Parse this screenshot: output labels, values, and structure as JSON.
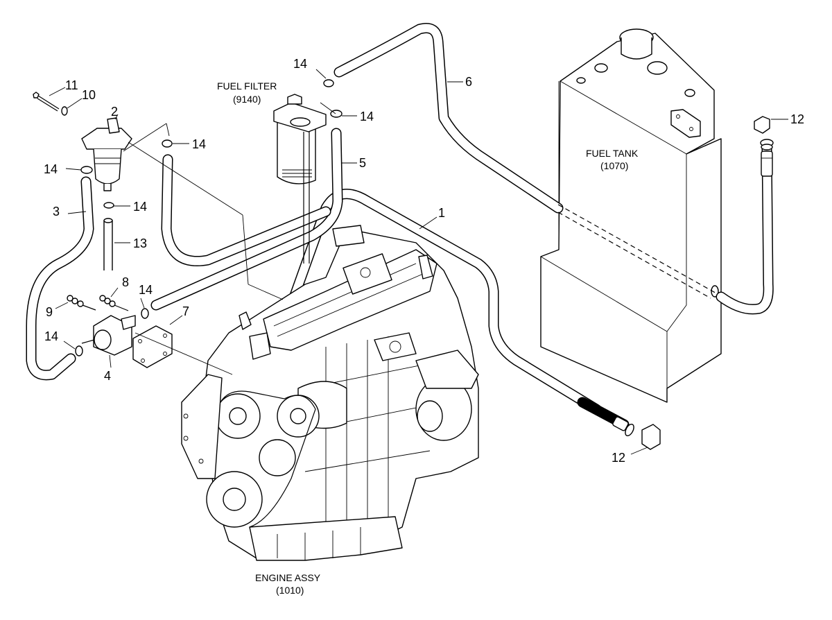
{
  "labels": {
    "fuel_filter": "FUEL FILTER",
    "fuel_filter_code": "(9140)",
    "fuel_tank": "FUEL TANK",
    "fuel_tank_code": "(1070)",
    "engine": "ENGINE ASSY",
    "engine_code": "(1010)"
  },
  "callouts": {
    "c1": "1",
    "c2": "2",
    "c3": "3",
    "c4": "4",
    "c5": "5",
    "c6": "6",
    "c7": "7",
    "c8": "8",
    "c9": "9",
    "c10": "10",
    "c11": "11",
    "c12a": "12",
    "c12b": "12",
    "c13": "13",
    "c14a": "14",
    "c14b": "14",
    "c14c": "14",
    "c14d": "14",
    "c14e": "14",
    "c14f": "14",
    "c14g": "14"
  }
}
